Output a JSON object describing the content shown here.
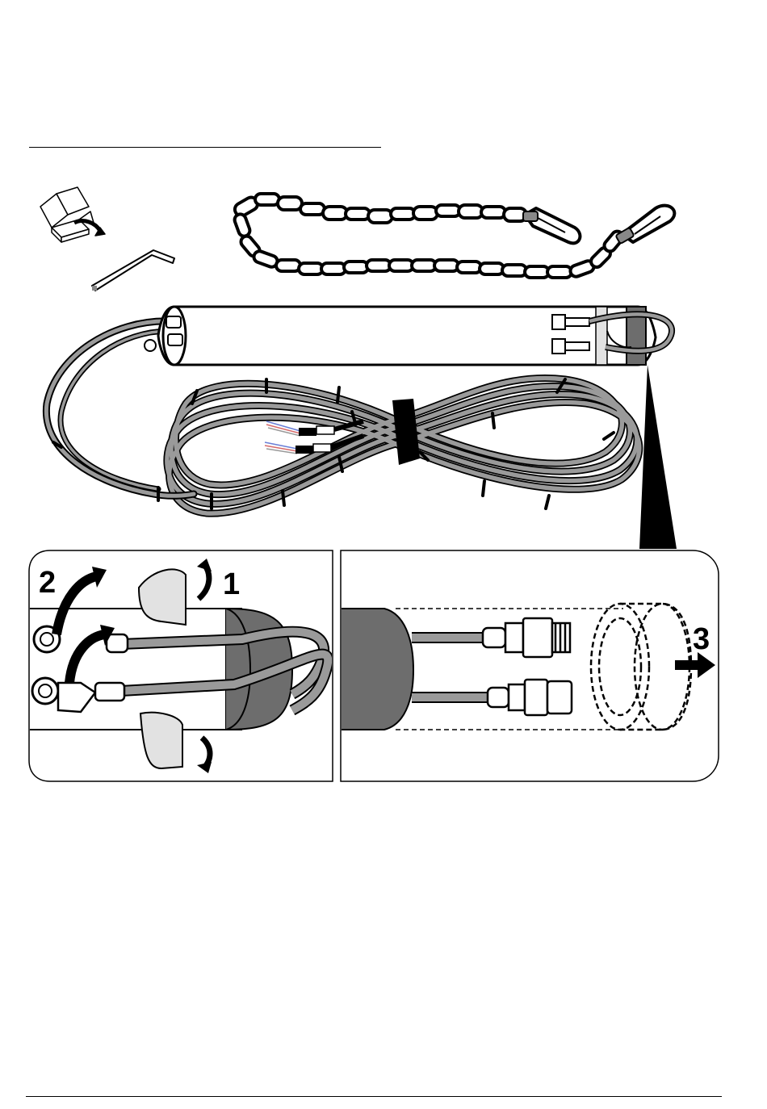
{
  "figure": {
    "step_labels": {
      "step_1": "1",
      "step_2": "2",
      "step_3": "3"
    }
  },
  "colors": {
    "cable_gray": "#9a9a9a",
    "band_gray": "#6d6d6d",
    "light_gray": "#d8d8d8",
    "outline": "#000000"
  },
  "icons": [
    "box-icon",
    "hex-key-icon",
    "chain-icon",
    "carabiner-icon",
    "probe-icon",
    "cable-coil-icon",
    "connector-icon",
    "velcro-strap-icon",
    "curved-arrow-icon",
    "sleeve-icon"
  ]
}
